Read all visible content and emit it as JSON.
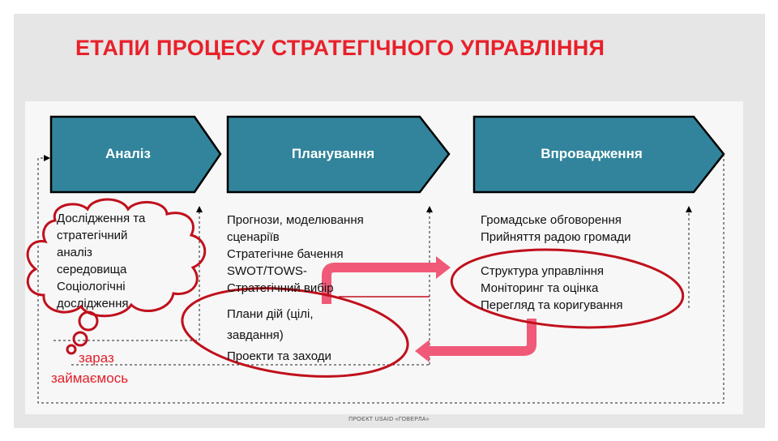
{
  "title": "ЕТАПИ ПРОЦЕСУ СТРАТЕГІЧНОГО УПРАВЛІННЯ",
  "stages": [
    {
      "label": "Аналіз"
    },
    {
      "label": "Планування"
    },
    {
      "label": "Впровадження"
    }
  ],
  "columns": {
    "analysis": [
      "Дослідження та",
      "стратегічний",
      "аналіз",
      "середовища",
      "Соціологічні",
      "дослідження"
    ],
    "planning_top": [
      "Прогнози, моделювання",
      "сценаріїв",
      "Стратегічне бачення",
      "SWOT/TOWS-",
      "Стратегічний вибір"
    ],
    "planning_bottom": [
      "Плани дій (цілі,",
      "завдання)",
      "Проекти та заходи"
    ],
    "implementation_top": [
      "Громадське обговорення",
      "Прийняття радою громади"
    ],
    "implementation_bottom": [
      "Структура управління",
      "Моніторинг та оцінка",
      "Перегляд та коригування"
    ]
  },
  "cloud_caption": [
    "зараз",
    "займаємось"
  ],
  "footer": "ПРОЄКТ USAID «ГОВЕРЛА»",
  "colors": {
    "title": "#e8202a",
    "stage_fill": "#31849b",
    "ellipse": "#c0101c",
    "arrow": "#f05a78"
  }
}
